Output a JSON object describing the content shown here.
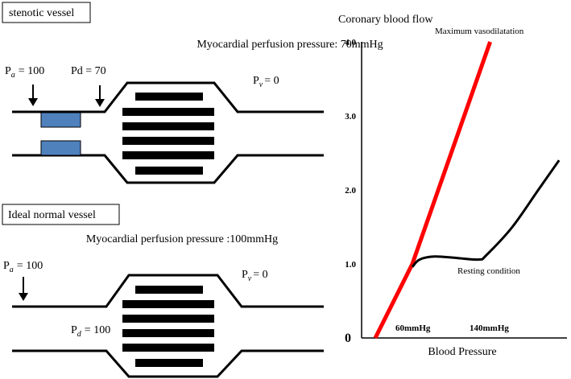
{
  "top_panel": {
    "title": "stenotic vessel",
    "perfusion_label": "Myocardial perfusion pressure: 70mmHg",
    "pa_symbol": "P",
    "pa_sub": "a",
    "pa_value": "= 100",
    "pd_label": "Pd = 70",
    "pv_symbol": "P",
    "pv_sub": "v",
    "pv_value": "= 0"
  },
  "bottom_panel": {
    "title": "Ideal normal vessel",
    "perfusion_label": "Myocardial perfusion pressure :100mmHg",
    "pa_symbol": "P",
    "pa_sub": "a",
    "pa_value": "= 100",
    "pd_symbol": "P",
    "pd_sub": "d",
    "pd_value": "= 100",
    "pv_symbol": "P",
    "pv_sub": "v",
    "pv_value": "= 0"
  },
  "chart_data": {
    "type": "line",
    "title": "Coronary blood flow",
    "xlabel": "Blood Pressure",
    "ylabel": "",
    "ylim": [
      0,
      4.0
    ],
    "y_ticks": [
      "0",
      "1.0",
      "2.0",
      "3.0",
      "4.0"
    ],
    "x_annotations": [
      "60mmHg",
      "140mmHg"
    ],
    "series": [
      {
        "name": "Maximum  vasodilatation",
        "color": "#ff0000",
        "points": [
          [
            0,
            0.0
          ],
          [
            50,
            1.0
          ],
          [
            155,
            4.0
          ]
        ]
      },
      {
        "name": "Resting condition",
        "color": "#000000",
        "points": [
          [
            50,
            0.96
          ],
          [
            60,
            1.06
          ],
          [
            80,
            1.1
          ],
          [
            110,
            1.08
          ],
          [
            140,
            1.06
          ],
          [
            150,
            1.12
          ],
          [
            185,
            1.5
          ],
          [
            220,
            2.0
          ],
          [
            248,
            2.4
          ]
        ]
      }
    ],
    "colors": {
      "max_vasodilatation": "#ff0000",
      "resting": "#000000",
      "stenosis_block": "#4f81bd"
    }
  }
}
